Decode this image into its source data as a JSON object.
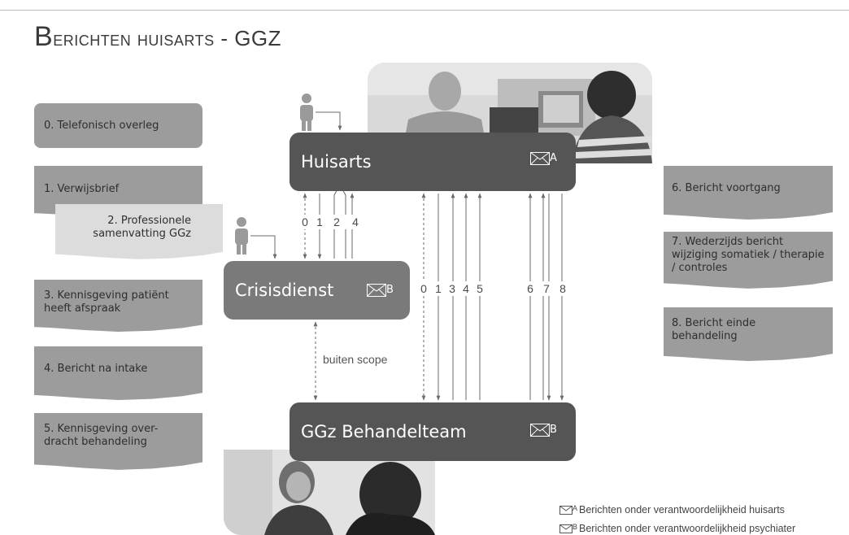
{
  "title": {
    "first": "B",
    "rest": "erichten huisarts - GGZ"
  },
  "left_notes": [
    "0. Telefonisch overleg",
    "1. Verwijsbrief",
    "2. Professionele samenvatting GGz",
    "3. Kennisgeving patiënt heeft afspraak",
    "4. Bericht na intake",
    "5. Kennisgeving over-dracht behandeling"
  ],
  "right_notes": [
    "6. Bericht voortgang",
    "7. Wederzijds bericht wijziging somatiek / therapie / controles",
    "8. Bericht einde behandeling"
  ],
  "boxes": {
    "huisarts": {
      "label": "Huisarts",
      "mark": "A"
    },
    "crisisdienst": {
      "label": "Crisisdienst",
      "mark": "B"
    },
    "ggz": {
      "label": "GGz Behandelteam",
      "mark": "B"
    }
  },
  "crisis_flow_numbers": [
    "0",
    "1",
    "2",
    "4"
  ],
  "direct_flow_numbers": [
    "0",
    "1",
    "3",
    "4",
    "5",
    "6",
    "7",
    "8"
  ],
  "scope_label": "buiten scope",
  "legend": [
    {
      "mark": "A",
      "text": "Berichten onder verantwoordelijkheid  huisarts"
    },
    {
      "mark": "B",
      "text": "Berichten onder verantwoordelijkheid  psychiater"
    }
  ],
  "colors": {
    "dark_box": "#555555",
    "crisis_box": "#7a7a7a",
    "note_dark": "#9c9c9c",
    "note_light": "#dcdcdc"
  }
}
